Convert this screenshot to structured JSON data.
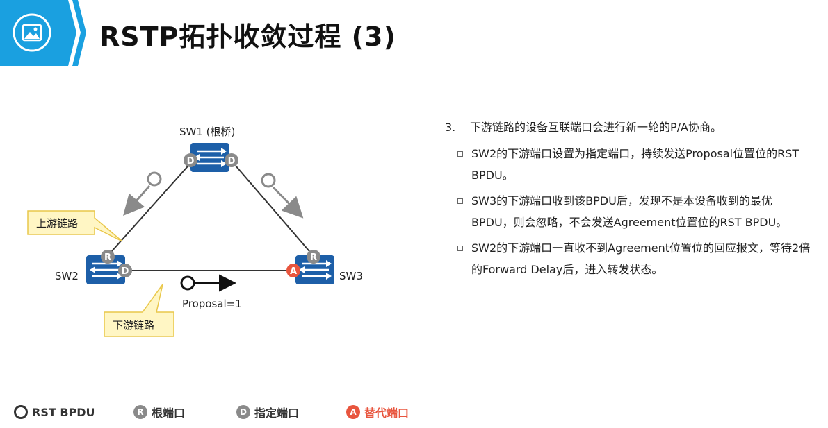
{
  "header": {
    "title": "RSTP拓扑收敛过程 (3)",
    "icon": "image-icon",
    "banner_color": "#1aa0e0"
  },
  "diagram": {
    "nodes": {
      "sw1": "SW1 (根桥)",
      "sw2": "SW2",
      "sw3": "SW3"
    },
    "badges": {
      "designated": "D",
      "root": "R",
      "alternate": "A"
    },
    "callouts": {
      "upstream": "上游链路",
      "downstream": "下游链路"
    },
    "proposal_label": "Proposal=1",
    "colors": {
      "switch": "#1d5fa8",
      "badge_gray": "#8a8a8a",
      "badge_alt": "#e8553e",
      "callout_fill": "#fff6c4",
      "callout_border": "#e9c74a"
    }
  },
  "steps": {
    "main_number": "3.",
    "main_text": "下游链路的设备互联端口会进行新一轮的P/A协商。",
    "bullets": [
      "SW2的下游端口设置为指定端口，持续发送Proposal位置位的RST BPDU。",
      "SW3的下游端口收到该BPDU后，发现不是本设备收到的最优BPDU，则会忽略，不会发送Agreement位置位的RST BPDU。",
      "SW2的下游端口一直收不到Agreement位置位的回应报文，等待2倍的Forward Delay后，进入转发状态。"
    ]
  },
  "legend": {
    "items": [
      {
        "symbol": "",
        "label": "RST BPDU"
      },
      {
        "symbol": "R",
        "label": "根端口"
      },
      {
        "symbol": "D",
        "label": "指定端口"
      },
      {
        "symbol": "A",
        "label": "替代端口"
      }
    ]
  }
}
